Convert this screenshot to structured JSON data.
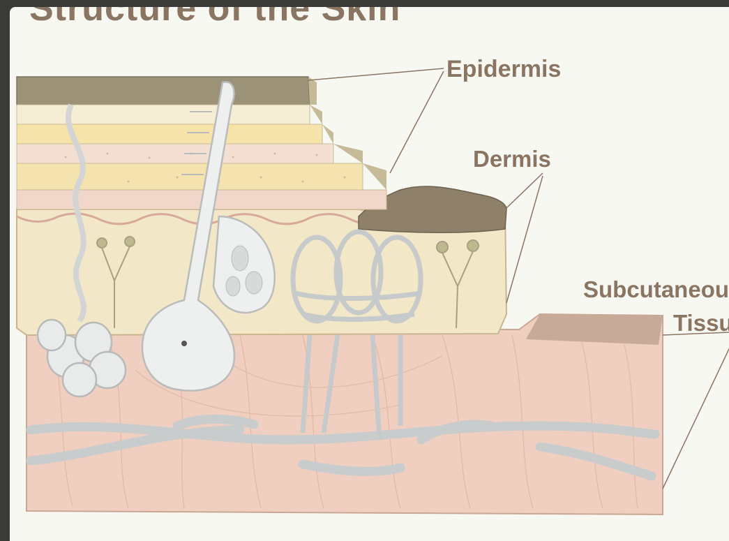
{
  "slide": {
    "title": "Structure of the Skin"
  },
  "labels": {
    "epidermis": "Epidermis",
    "dermis": "Dermis",
    "subcutaneous_line1": "Subcutaneou",
    "subcutaneous_line2": "Tissu"
  },
  "colors": {
    "background": "#f7f8f2",
    "frame": "#3a3b38",
    "label_text": "#8a7563",
    "epidermis_layers": "#f0e4bf",
    "dermis": "#f2e8c8",
    "subcutaneous": "#f0cfc0",
    "vessels": "#c9cccd"
  }
}
